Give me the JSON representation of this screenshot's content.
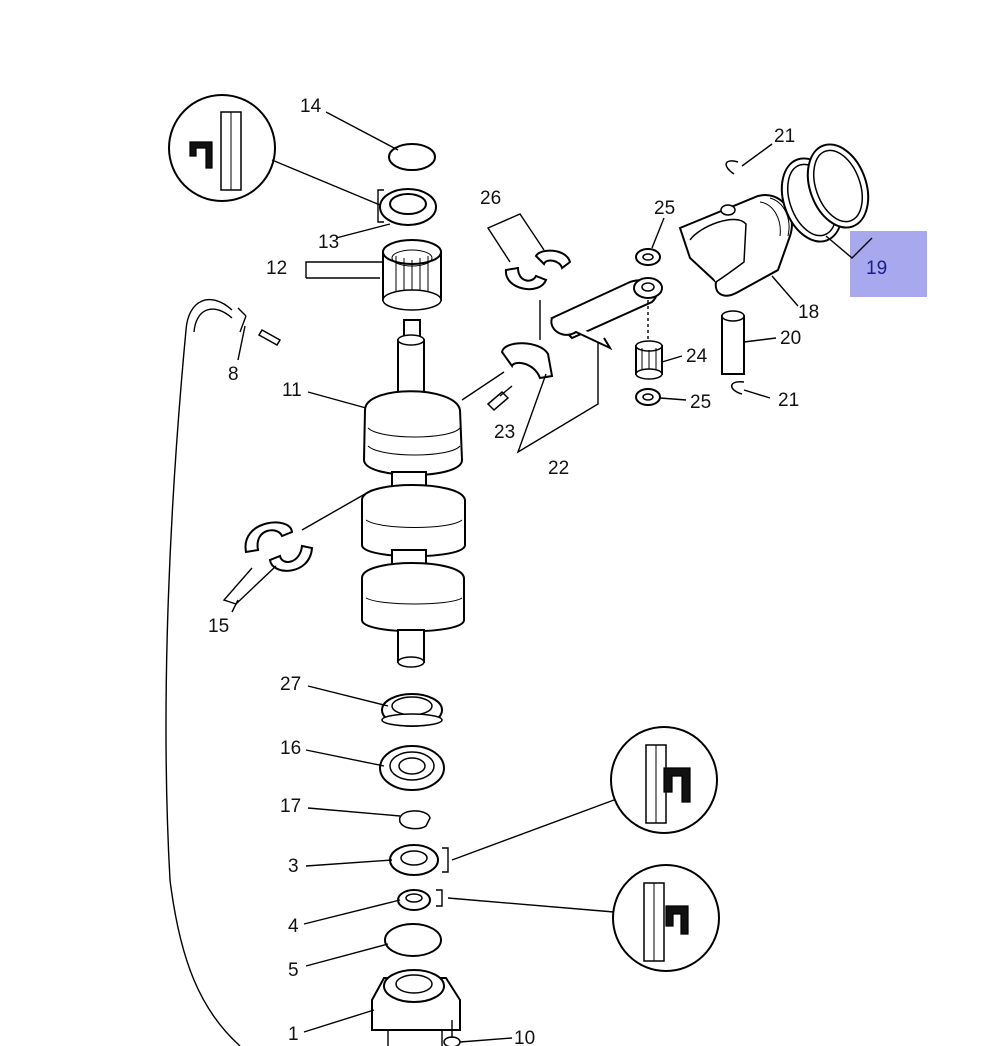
{
  "diagram": {
    "highlight_color": "#a8a8ee",
    "highlighted_part": "19",
    "callouts": {
      "c1": "1",
      "c3": "3",
      "c4": "4",
      "c5": "5",
      "c8": "8",
      "c10": "10",
      "c11": "11",
      "c12": "12",
      "c13": "13",
      "c14": "14",
      "c15": "15",
      "c16": "16",
      "c17": "17",
      "c18": "18",
      "c19": "19",
      "c20": "20",
      "c21a": "21",
      "c21b": "21",
      "c22": "22",
      "c23": "23",
      "c24": "24",
      "c25a": "25",
      "c25b": "25",
      "c26": "26",
      "c27": "27"
    },
    "detail_icons": [
      "grease-seal-lip-icon",
      "grease-seal-lip-icon",
      "grease-seal-lip-icon"
    ]
  }
}
